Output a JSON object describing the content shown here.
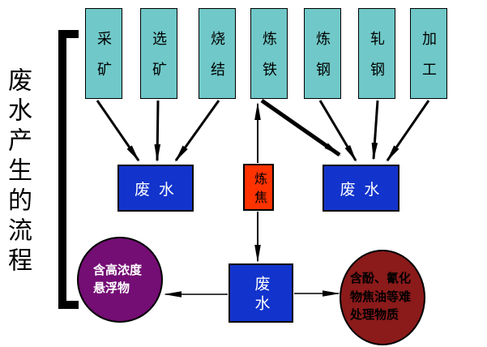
{
  "page_title": "废水产生的流程",
  "process_stages": [
    {
      "label": "采矿"
    },
    {
      "label": "选矿"
    },
    {
      "label": "烧结"
    },
    {
      "label": "炼铁"
    },
    {
      "label": "炼钢"
    },
    {
      "label": "轧钢"
    },
    {
      "label": "加工"
    }
  ],
  "wastewater_nodes": {
    "left_label": "废 水",
    "right_label": "废 水",
    "bottom_label": "废水"
  },
  "coking_box": {
    "label": "炼焦"
  },
  "pollutant_circles": {
    "left_label": "含高浓度悬浮物",
    "right_label": "含酚、氰化物焦油等难处理物质"
  },
  "colors": {
    "stage_fill": "#70C8C8",
    "wastewater_fill": "#1233CC",
    "coking_fill": "#FF3300",
    "left_circle_fill": "#740D74",
    "right_circle_fill": "#8B1A1A",
    "arrow_color": "#000000"
  }
}
